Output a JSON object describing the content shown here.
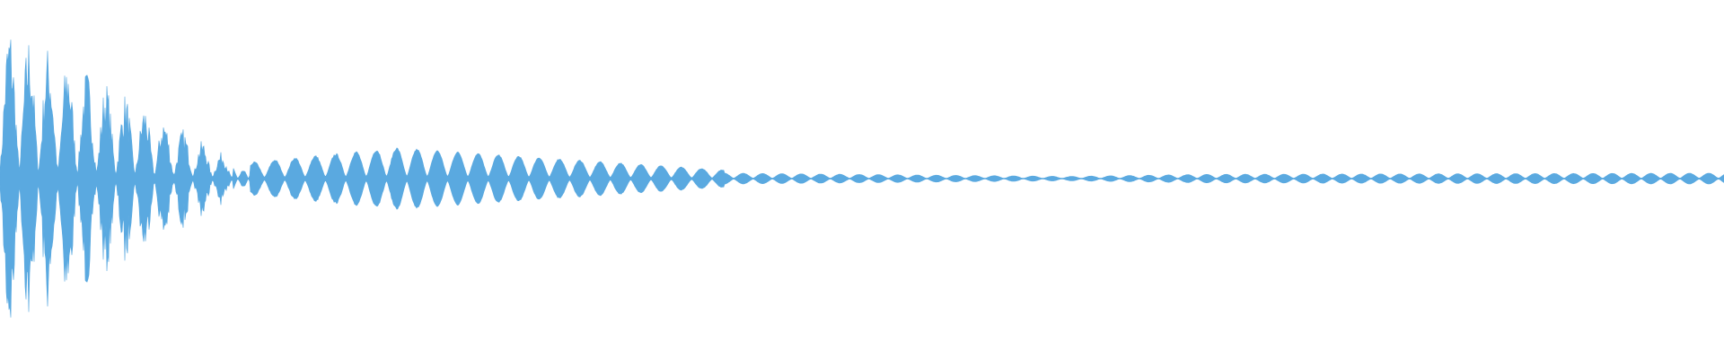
{
  "waveform": {
    "color": "#5AA9E0",
    "background": "#ffffff",
    "description_free": true,
    "segments": [
      {
        "from": 0.0,
        "to": 0.135,
        "amp_start": 1.0,
        "amp_end": 0.12,
        "period": 0.0112,
        "noise": 0.35
      },
      {
        "from": 0.135,
        "to": 0.145,
        "amp_start": 0.06,
        "amp_end": 0.05,
        "period": 0.006,
        "noise": 0.5
      },
      {
        "from": 0.145,
        "to": 0.23,
        "amp_start": 0.13,
        "amp_end": 0.25,
        "period": 0.0118,
        "noise": 0.05
      },
      {
        "from": 0.23,
        "to": 0.42,
        "amp_start": 0.25,
        "amp_end": 0.07,
        "period": 0.0118,
        "noise": 0.03
      },
      {
        "from": 0.42,
        "to": 0.62,
        "amp_start": 0.045,
        "amp_end": 0.018,
        "period": 0.0112,
        "noise": 0.02
      },
      {
        "from": 0.62,
        "to": 0.7,
        "amp_start": 0.018,
        "amp_end": 0.035,
        "period": 0.0112,
        "noise": 0.02
      },
      {
        "from": 0.7,
        "to": 1.0,
        "amp_start": 0.035,
        "amp_end": 0.045,
        "period": 0.0112,
        "noise": 0.02
      }
    ]
  }
}
